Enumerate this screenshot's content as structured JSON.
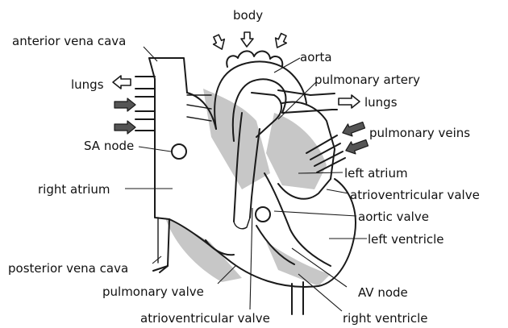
{
  "labels": {
    "body": "body",
    "anterior_vena_cava": "anterior vena cava",
    "aorta": "aorta",
    "pulmonary_artery": "pulmonary artery",
    "lungs_left": "lungs",
    "lungs_right": "lungs",
    "pulmonary_veins": "pulmonary veins",
    "sa_node": "SA node",
    "left_atrium": "left atrium",
    "right_atrium": "right atrium",
    "atrioventricular_valve_right": "atrioventricular valve",
    "aortic_valve": "aortic valve",
    "left_ventricle": "left ventricle",
    "posterior_vena_cava": "posterior vena cava",
    "pulmonary_valve": "pulmonary valve",
    "av_node": "AV node",
    "atrioventricular_valve_bottom": "atrioventricular valve",
    "right_ventricle": "right ventricle"
  },
  "colors": {
    "ink": "#1a1a1a",
    "shade": "#c7c7c7",
    "solid_arrow": "#555555",
    "background": "#ffffff"
  }
}
